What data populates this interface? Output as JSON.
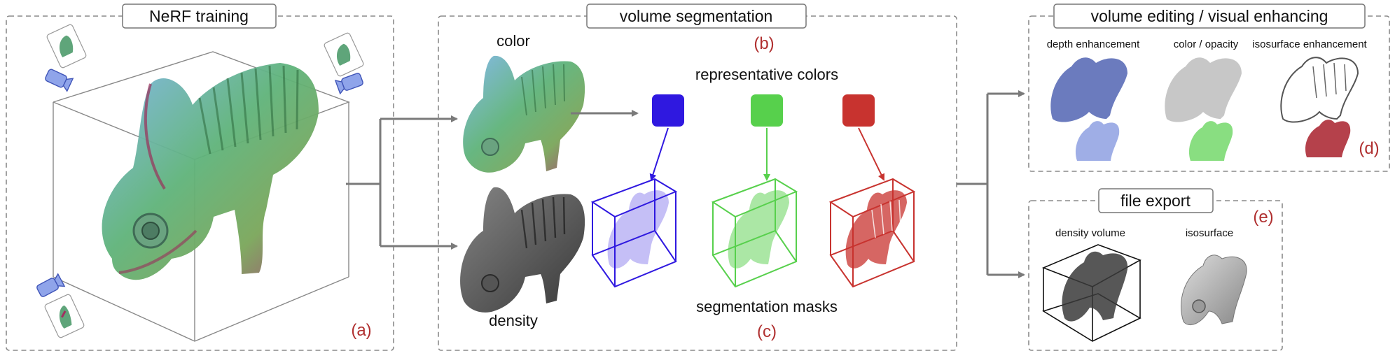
{
  "panels": {
    "nerf": {
      "title": "NeRF training",
      "tag": "(a)"
    },
    "segmentation": {
      "title": "volume segmentation",
      "color_label": "color",
      "density_label": "density",
      "tag_b": "(b)",
      "tag_c": "(c)",
      "representative_colors_label": "representative colors",
      "segmentation_masks_label": "segmentation masks",
      "swatches": [
        "#2f18e0",
        "#57d04c",
        "#c8332f"
      ]
    },
    "editing": {
      "title": "volume editing / visual enhancing",
      "tag": "(d)",
      "items": [
        "depth enhancement",
        "color / opacity",
        "isosurface enhancement"
      ]
    },
    "export": {
      "title": "file export",
      "tag": "(e)",
      "items": [
        "density volume",
        "isosurface"
      ]
    }
  },
  "colors": {
    "tag": "#b03030",
    "blue": "#2f18e0",
    "green": "#57d04c",
    "red": "#c8332f"
  }
}
